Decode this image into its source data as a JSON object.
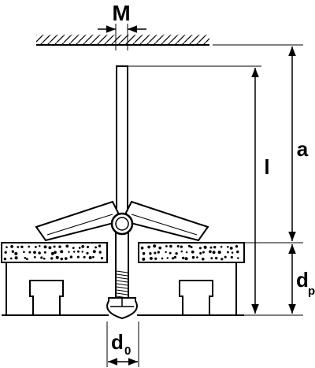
{
  "labels": {
    "M": "M",
    "a": "a",
    "l": "l",
    "d": "d",
    "p": "p",
    "zero": "0"
  },
  "colors": {
    "line": "#000000",
    "background": "#ffffff",
    "fill": "#e6e6e6"
  }
}
